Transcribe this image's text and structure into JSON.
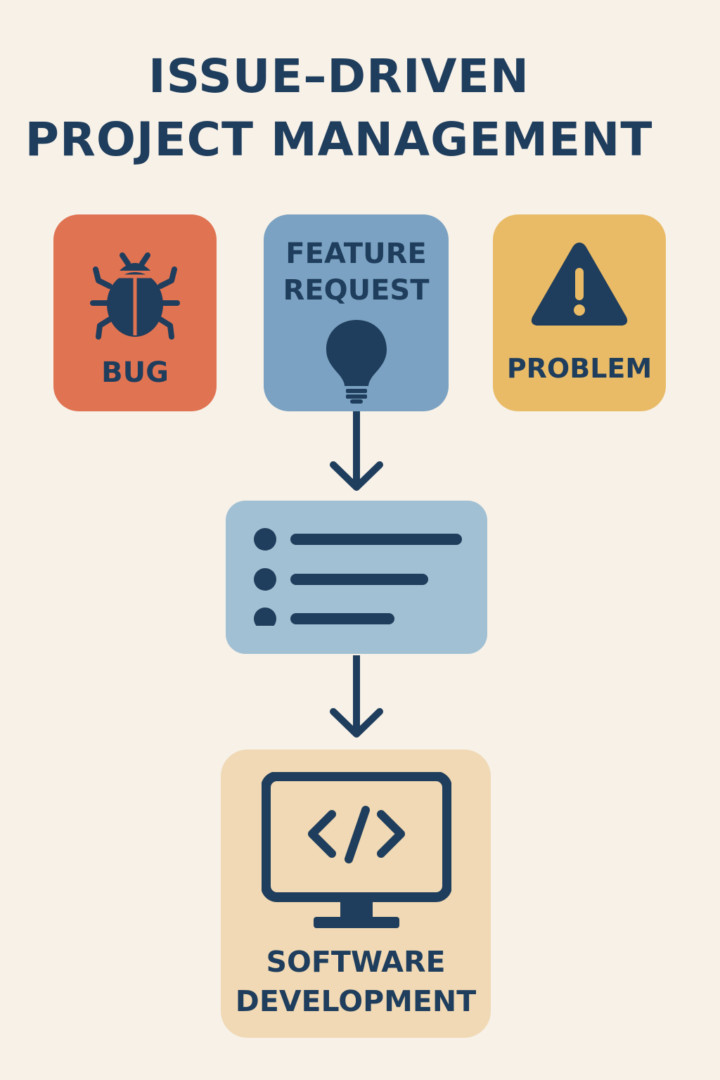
{
  "title": {
    "line1": "ISSUE–DRIVEN",
    "line2": "PROJECT MANAGEMENT"
  },
  "issues": {
    "bug": {
      "label": "BUG",
      "icon": "bug-icon",
      "color": "#e07352"
    },
    "feature": {
      "label_line1": "FEATURE",
      "label_line2": "REQUEST",
      "icon": "lightbulb-icon",
      "color": "#7ba2c2"
    },
    "problem": {
      "label": "PROBLEM",
      "icon": "warning-icon",
      "color": "#e9bb66"
    }
  },
  "backlog": {
    "icon": "list-icon",
    "color": "#a2c0d3"
  },
  "development": {
    "label_line1": "SOFTWARE",
    "label_line2": "DEVELOPMENT",
    "icon": "code-monitor-icon",
    "color": "#f0d9b4"
  },
  "colors": {
    "background": "#f7f1e8",
    "ink": "#1f3d5c"
  }
}
